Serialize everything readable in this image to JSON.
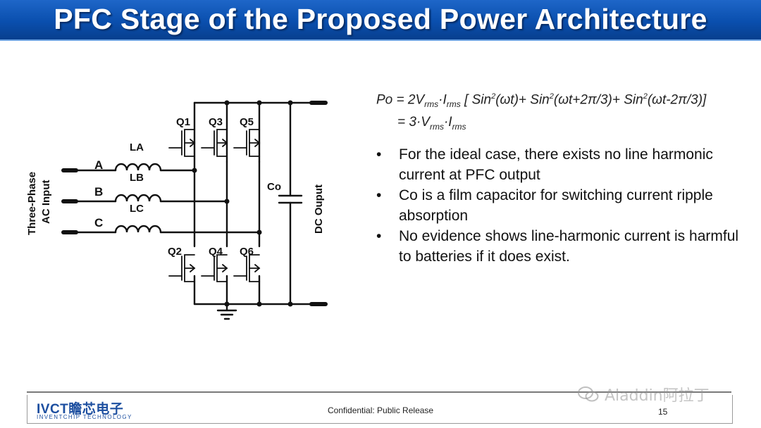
{
  "title": "PFC Stage of the Proposed Power Architecture",
  "schematic": {
    "input_label": [
      "Three-Phase",
      "AC Input"
    ],
    "output_label": "DC Ouput",
    "phases": [
      "A",
      "B",
      "C"
    ],
    "inductors": [
      "LA",
      "LB",
      "LC"
    ],
    "switches_top": [
      "Q1",
      "Q3",
      "Q5"
    ],
    "switches_bottom": [
      "Q2",
      "Q4",
      "Q6"
    ],
    "capacitor": "Co"
  },
  "formula": {
    "line1": {
      "lhs": "Po = 2V",
      "sub1": "rms",
      "dot1": "·I",
      "sub2": "rms",
      "b1": " [ Sin",
      "sup1": "2",
      "t1": "(ωt)+ Sin",
      "sup2": "2",
      "t2": "(ωt+2π/3)+ Sin",
      "sup3": "2",
      "t3": "(ωt-2π/3)]"
    },
    "line2": {
      "lhs": "= 3·V",
      "sub1": "rms",
      "dot1": "·I",
      "sub2": "rms"
    }
  },
  "bullets": [
    "For the ideal case, there exists no line harmonic current at PFC output",
    "Co is a film capacitor for switching current ripple absorption",
    "No evidence shows line-harmonic current is harmful to batteries if it does exist."
  ],
  "bullet_symbol": "•",
  "footer": {
    "logo": "IVCT瞻芯电子",
    "logo_sub": "INVENTCHIP TECHNOLOGY",
    "confidential": "Confidential: Public Release",
    "page": "15"
  },
  "watermark": "Aladdin阿拉丁",
  "colors": {
    "title_bg": "#0a4fae",
    "title_text": "#ffffff",
    "logo": "#1d4fa0"
  }
}
